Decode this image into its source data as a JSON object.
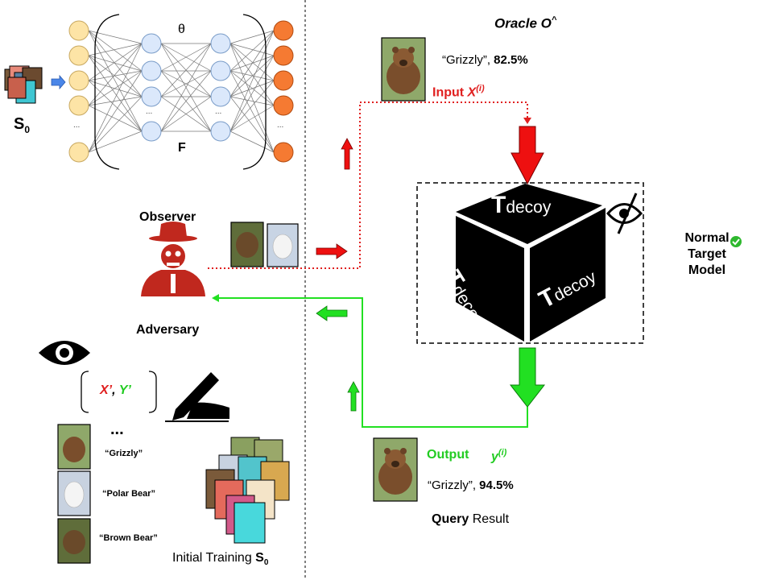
{
  "network": {
    "theta": "θ",
    "f_label": "F",
    "dots": "..."
  },
  "s0": {
    "letter": "S",
    "sub": "0"
  },
  "oracle": {
    "title": "Oracle O",
    "sup": "^"
  },
  "oracle_result": {
    "label": "“Grizzly”, ",
    "value": "82.5%"
  },
  "input": {
    "label": "Input  ",
    "var": "X",
    "sup": "(i)"
  },
  "decoy": {
    "t": "T",
    "sub": "decoy"
  },
  "normal_model": {
    "line1": "Normal",
    "line2": "Target",
    "line3": "Model"
  },
  "observer": "Observer",
  "adversary": "Adversary",
  "pair": {
    "x": "X’",
    "comma": ", ",
    "y": "Y’"
  },
  "ellipsis": "...",
  "training_labels": [
    "“Grizzly”",
    "“Polar Bear”",
    "“Brown Bear”"
  ],
  "initial_training": {
    "label": "Initial Training ",
    "letter": "S",
    "sub": "0"
  },
  "output": {
    "label": "Output",
    "var": "y",
    "sup": "(i)"
  },
  "output_result": {
    "label": "“Grizzly”, ",
    "value": "94.5%"
  },
  "query_result": {
    "bold": "Query",
    "rest": " Result"
  },
  "colors": {
    "input_red": "#e02020",
    "output_green": "#22d022",
    "node_yellow": "#fde4a6",
    "node_blue": "#dbe8fb",
    "node_orange": "#f57a32",
    "observer_red": "#c0281e"
  }
}
